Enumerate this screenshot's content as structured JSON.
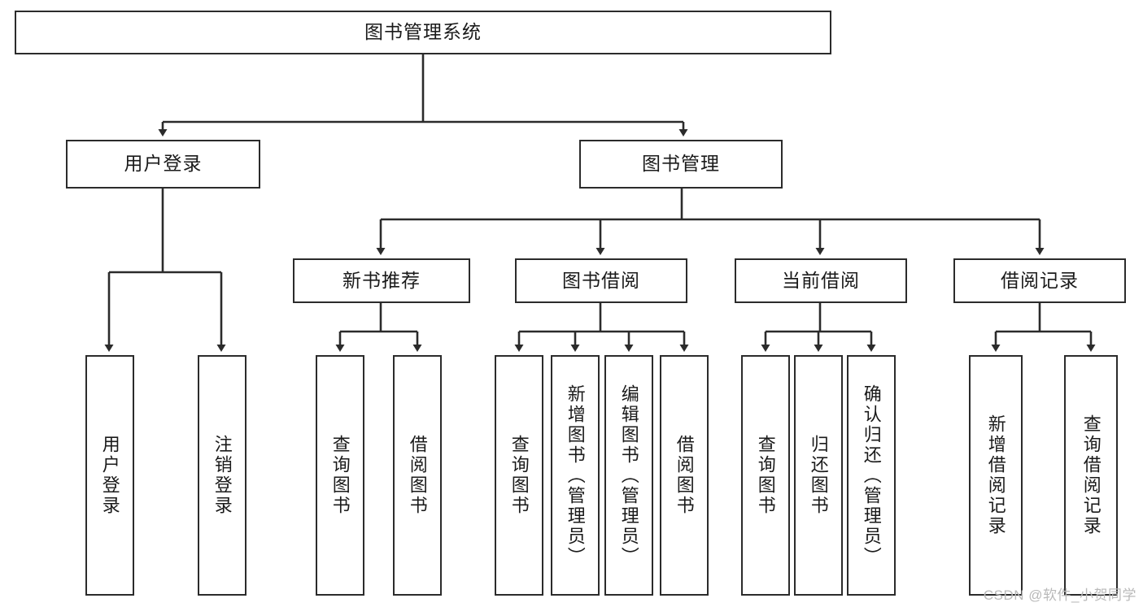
{
  "diagram": {
    "type": "tree",
    "title": "图书管理系统",
    "watermark": "CSDN @软件_小贺同学",
    "colors": {
      "node_border": "#2b2b2b",
      "node_fill": "#ffffff",
      "edge": "#2b2b2b",
      "text": "#1a1a1a",
      "watermark": "#b9b9b9",
      "background": "#ffffff"
    },
    "nodes": {
      "root": {
        "label": "图书管理系统"
      },
      "level1": [
        {
          "id": "user-login",
          "label": "用户登录"
        },
        {
          "id": "book-manage",
          "label": "图书管理"
        }
      ],
      "level2": [
        {
          "id": "new-book-recommend",
          "label": "新书推荐"
        },
        {
          "id": "book-borrow",
          "label": "图书借阅"
        },
        {
          "id": "current-borrow",
          "label": "当前借阅"
        },
        {
          "id": "borrow-record",
          "label": "借阅记录"
        }
      ],
      "leaves": {
        "user_login": [
          {
            "id": "leaf-user-login",
            "label": "用户登录"
          },
          {
            "id": "leaf-logout",
            "label": "注销登录"
          }
        ],
        "new_book_recommend": [
          {
            "id": "leaf-query-book-1",
            "label": "查询图书"
          },
          {
            "id": "leaf-borrow-book-1",
            "label": "借阅图书"
          }
        ],
        "book_borrow": [
          {
            "id": "leaf-query-book-2",
            "label": "查询图书"
          },
          {
            "id": "leaf-add-book",
            "label": "新增图书（管理员）"
          },
          {
            "id": "leaf-edit-book",
            "label": "编辑图书（管理员）"
          },
          {
            "id": "leaf-borrow-book-2",
            "label": "借阅图书"
          }
        ],
        "current_borrow": [
          {
            "id": "leaf-query-book-3",
            "label": "查询图书"
          },
          {
            "id": "leaf-return-book",
            "label": "归还图书"
          },
          {
            "id": "leaf-confirm-return",
            "label": "确认归还（管理员）"
          }
        ],
        "borrow_record": [
          {
            "id": "leaf-add-record",
            "label": "新增借阅记录"
          },
          {
            "id": "leaf-query-record",
            "label": "查询借阅记录"
          }
        ]
      }
    }
  }
}
